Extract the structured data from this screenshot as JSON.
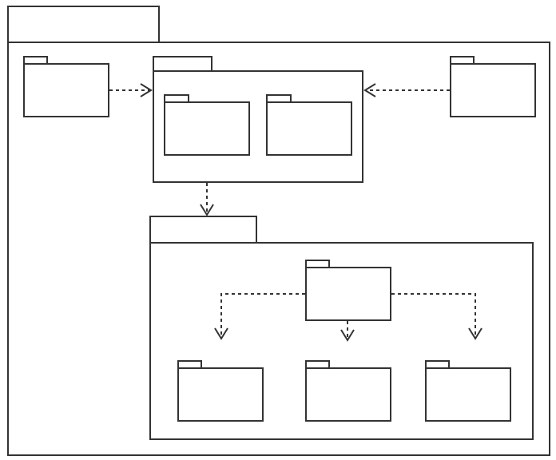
{
  "diagram": {
    "kind": "uml-package-diagram",
    "colors": {
      "stroke": "#333333",
      "fill": "#ffffff",
      "background": "#ffffff"
    },
    "packages": [
      {
        "id": "outer-package",
        "parent": null,
        "label": ""
      },
      {
        "id": "left-package",
        "parent": "outer-package",
        "label": ""
      },
      {
        "id": "central-package",
        "parent": "outer-package",
        "label": ""
      },
      {
        "id": "central-inner-package-1",
        "parent": "central-package",
        "label": ""
      },
      {
        "id": "central-inner-package-2",
        "parent": "central-package",
        "label": ""
      },
      {
        "id": "right-package",
        "parent": "outer-package",
        "label": ""
      },
      {
        "id": "lower-package",
        "parent": "outer-package",
        "label": ""
      },
      {
        "id": "lower-top-package",
        "parent": "lower-package",
        "label": ""
      },
      {
        "id": "lower-left-package",
        "parent": "lower-package",
        "label": ""
      },
      {
        "id": "lower-middle-package",
        "parent": "lower-package",
        "label": ""
      },
      {
        "id": "lower-right-package",
        "parent": "lower-package",
        "label": ""
      }
    ],
    "dependencies": [
      {
        "from": "left-package",
        "to": "central-package",
        "style": "dashed-open-arrow"
      },
      {
        "from": "right-package",
        "to": "central-package",
        "style": "dashed-open-arrow"
      },
      {
        "from": "central-package",
        "to": "lower-package",
        "style": "dashed-open-arrow"
      },
      {
        "from": "lower-top-package",
        "to": "lower-left-package",
        "style": "dashed-open-arrow"
      },
      {
        "from": "lower-top-package",
        "to": "lower-middle-package",
        "style": "dashed-open-arrow"
      },
      {
        "from": "lower-top-package",
        "to": "lower-right-package",
        "style": "dashed-open-arrow"
      }
    ]
  }
}
